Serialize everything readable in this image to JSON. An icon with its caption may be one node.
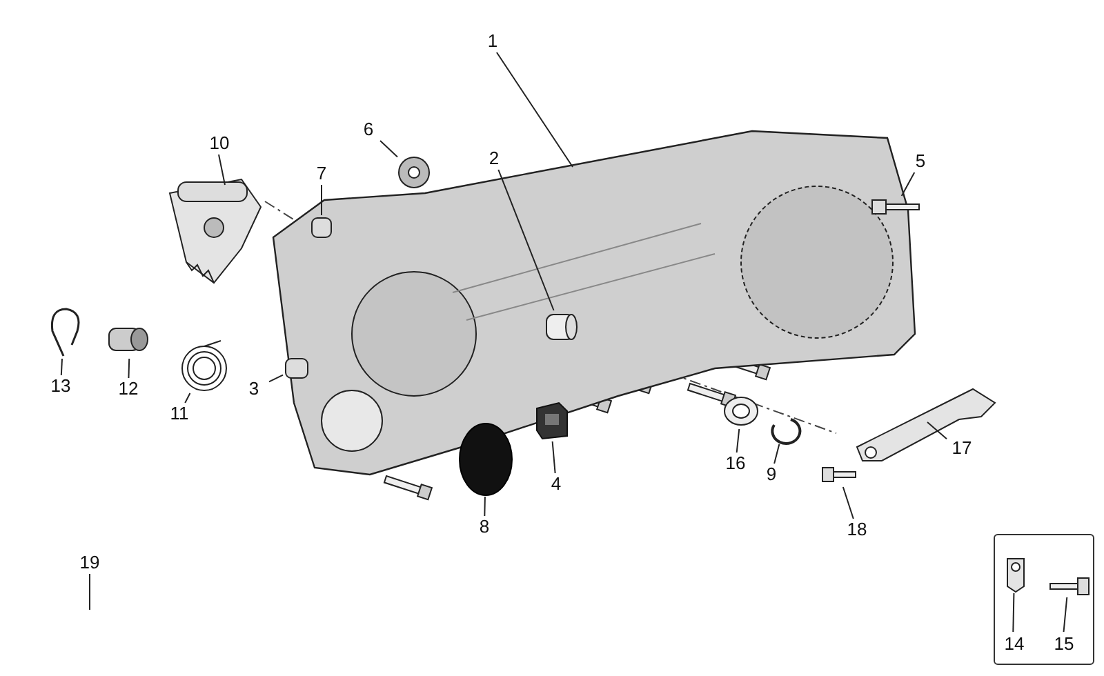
{
  "diagram": {
    "nodes": [
      {
        "text": [],
        "shape": "box"
      },
      {
        "text": [
          "1"
        ]
      },
      {
        "text": [
          "2"
        ]
      },
      {
        "text": [
          "3"
        ]
      },
      {
        "text": [
          "4"
        ]
      },
      {
        "text": [
          "5"
        ]
      },
      {
        "text": [
          "6"
        ]
      },
      {
        "text": [
          "7"
        ]
      },
      {
        "text": [
          "8"
        ]
      },
      {
        "text": [
          "9"
        ]
      },
      {
        "text": [
          "10"
        ]
      },
      {
        "text": [
          "11"
        ]
      },
      {
        "text": [
          "12"
        ]
      },
      {
        "text": [
          "13"
        ]
      },
      {
        "text": [
          "14"
        ],
        "in": 0
      },
      {
        "text": [
          "15"
        ],
        "in": 0
      },
      {
        "text": [
          "16"
        ]
      },
      {
        "text": [
          "17"
        ]
      },
      {
        "text": [
          "18"
        ]
      },
      {
        "text": [
          "19"
        ]
      },
      {
        "text": [],
        "shape": "picture"
      },
      {
        "text": [],
        "shape": "cylinder",
        "in": 20
      },
      {
        "text": [],
        "shape": "cylinder",
        "in": 20
      },
      {
        "text": [],
        "shape": "picture"
      },
      {
        "text": [],
        "shape": "picture"
      },
      {
        "text": [],
        "shape": "picture"
      },
      {
        "text": [],
        "shape": "cylinder",
        "in": 20
      },
      {
        "text": [],
        "shape": "circle"
      },
      {
        "text": [],
        "shape": "picture"
      },
      {
        "text": [],
        "shape": "picture"
      },
      {
        "text": [],
        "shape": "picture"
      },
      {
        "text": [],
        "shape": "cylinder"
      },
      {
        "text": [],
        "shape": "picture"
      },
      {
        "text": [],
        "shape": "picture",
        "in": 0
      },
      {
        "text": [],
        "shape": "picture",
        "in": 0
      },
      {
        "text": [],
        "shape": "picture"
      },
      {
        "text": [],
        "shape": "picture"
      },
      {
        "text": [],
        "shape": "picture"
      }
    ],
    "edges": [
      {
        "from": 1,
        "to": 20,
        "arrow": "none"
      },
      {
        "from": 2,
        "to": 21,
        "arrow": "none"
      },
      {
        "from": 3,
        "to": 22,
        "arrow": "none"
      },
      {
        "from": 4,
        "to": 23,
        "arrow": "none"
      },
      {
        "from": 5,
        "to": 24,
        "arrow": "none"
      },
      {
        "from": 6,
        "to": 25,
        "arrow": "none"
      },
      {
        "from": 7,
        "to": 26,
        "arrow": "none"
      },
      {
        "from": 8,
        "to": 27,
        "arrow": "none"
      },
      {
        "from": 9,
        "to": 28,
        "arrow": "none"
      },
      {
        "from": 10,
        "to": 29,
        "arrow": "none"
      },
      {
        "from": 11,
        "to": 30,
        "arrow": "none"
      },
      {
        "from": 12,
        "to": 31,
        "arrow": "none"
      },
      {
        "from": 13,
        "to": 32,
        "arrow": "none"
      },
      {
        "from": 14,
        "to": 33,
        "arrow": "none"
      },
      {
        "from": 15,
        "to": 34,
        "arrow": "none"
      },
      {
        "from": 16,
        "to": 35,
        "arrow": "none"
      },
      {
        "from": 17,
        "to": 36,
        "arrow": "none"
      },
      {
        "from": 18,
        "to": 37,
        "arrow": "none"
      },
      {
        "from": 19,
        "to": null,
        "arrow": "none"
      }
    ]
  }
}
